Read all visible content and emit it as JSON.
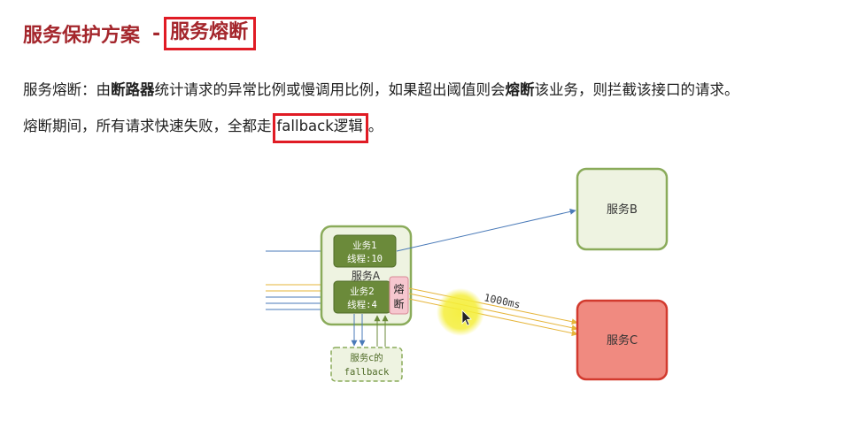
{
  "title": {
    "prefix": "服务保护方案",
    "dash": "-",
    "highlight": "服务熔断"
  },
  "paragraph1": {
    "t1": "服务熔断：由",
    "b1": "断路器",
    "t2": "统计请求的异常比例或慢调用比例，如果超出阈值则会",
    "b2": "熔断",
    "t3": "该业务，则拦截该接口的请求。"
  },
  "paragraph2": {
    "t1": "熔断期间，所有请求快速失败，全都走",
    "highlight": "fallback逻辑",
    "t2": "。"
  },
  "diagram": {
    "service_a": "服务A",
    "biz1_line1": "业务1",
    "biz1_line2": "线程:10",
    "biz2_line1": "业务2",
    "biz2_line2": "线程:4",
    "breaker_line1": "熔",
    "breaker_line2": "断",
    "fallback_line1": "服务c的",
    "fallback_line2": "fallback",
    "service_b": "服务B",
    "service_c": "服务C",
    "latency": "1000ms",
    "colors": {
      "green_border": "#8aab5a",
      "green_fill": "#eef3e1",
      "dark_green": "#6b8a3a",
      "service_c_fill": "#f08a80",
      "service_c_border": "#d23a2e",
      "breaker_fill": "#f6c7cf",
      "arrow_blue": "#4a7ab8",
      "arrow_yellow": "#e6b53a",
      "cursor_glow": "#f4ee3a"
    }
  }
}
